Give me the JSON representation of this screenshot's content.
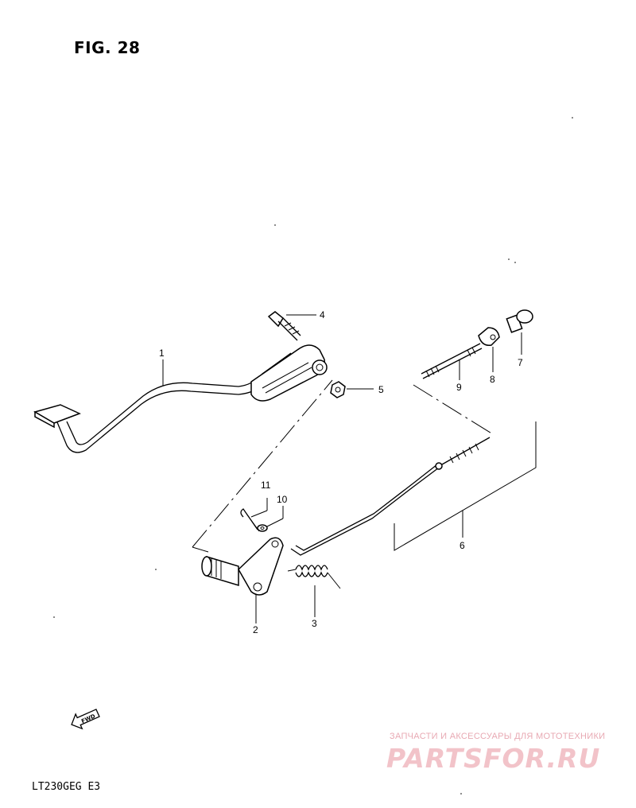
{
  "figure": {
    "title": "FIG. 28",
    "model_code": "LT230GEG  E3"
  },
  "callouts": [
    {
      "id": "callout-1",
      "label": "1"
    },
    {
      "id": "callout-2",
      "label": "2"
    },
    {
      "id": "callout-3",
      "label": "3"
    },
    {
      "id": "callout-4",
      "label": "4"
    },
    {
      "id": "callout-5",
      "label": "5"
    },
    {
      "id": "callout-6",
      "label": "6"
    },
    {
      "id": "callout-7",
      "label": "7"
    },
    {
      "id": "callout-8",
      "label": "8"
    },
    {
      "id": "callout-9",
      "label": "9"
    },
    {
      "id": "callout-10",
      "label": "10"
    },
    {
      "id": "callout-11",
      "label": "11"
    }
  ],
  "fwd_badge": "FWD",
  "watermark": {
    "subtitle": "ЗАПЧАСТИ И АКСЕССУАРЫ ДЛЯ МОТОТЕХНИКИ",
    "logo": "PARTSFOR.RU"
  },
  "colors": {
    "ink": "#000000",
    "watermark": "#e8a9b3"
  }
}
